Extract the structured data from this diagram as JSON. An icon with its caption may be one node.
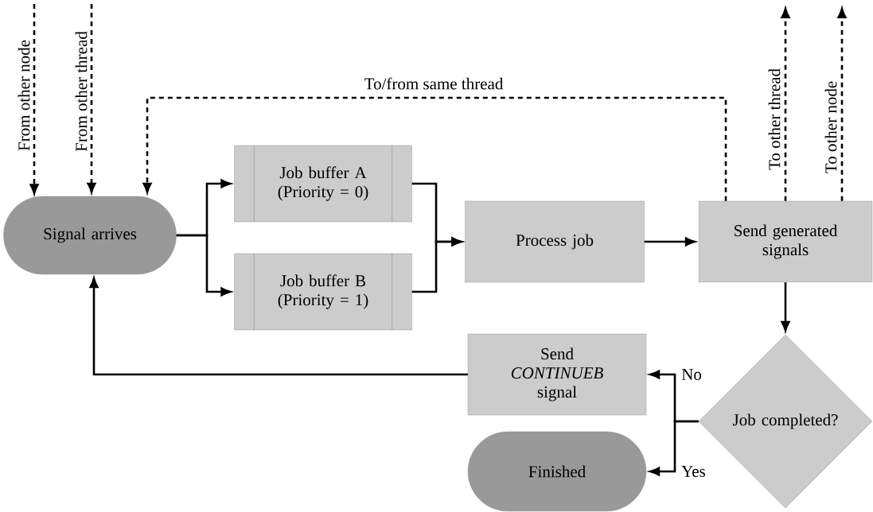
{
  "diagram": {
    "nodes": [
      {
        "text": [
          "Signal arrives"
        ]
      },
      {
        "text": [
          "Job buffer A (Priority = 0)"
        ]
      },
      {
        "text": [
          "Job buffer B (Priority = 1)"
        ]
      },
      {
        "text": [
          "Process job"
        ]
      },
      {
        "text": [
          "Send generated signals"
        ]
      },
      {
        "text": [
          "Job completed?"
        ]
      },
      {
        "text": [
          "Send *CONTINUEB* signal"
        ]
      },
      {
        "text": [
          "Finished"
        ]
      }
    ],
    "edges": [
      {
        "from": null,
        "to": 0,
        "arrow": "to",
        "style": "dashed",
        "label": "From other node"
      },
      {
        "from": null,
        "to": 0,
        "arrow": "to",
        "style": "dashed",
        "label": "From other thread"
      },
      {
        "from": 4,
        "to": 0,
        "arrow": "to",
        "style": "dashed",
        "label": "To/from same thread"
      },
      {
        "from": 0,
        "to": 1,
        "arrow": "to"
      },
      {
        "from": 0,
        "to": 2,
        "arrow": "to"
      },
      {
        "from": 1,
        "to": 3,
        "arrow": "to"
      },
      {
        "from": 2,
        "to": 3,
        "arrow": "to"
      },
      {
        "from": 3,
        "to": 4,
        "arrow": "to"
      },
      {
        "from": 4,
        "to": null,
        "arrow": "to",
        "style": "dashed",
        "label": "To other thread"
      },
      {
        "from": 4,
        "to": null,
        "arrow": "to",
        "style": "dashed",
        "label": "To other node"
      },
      {
        "from": 4,
        "to": 5,
        "arrow": "to"
      },
      {
        "from": 5,
        "to": 6,
        "arrow": "to",
        "label": "No"
      },
      {
        "from": 5,
        "to": 7,
        "arrow": "to",
        "label": "Yes"
      },
      {
        "from": 6,
        "to": 0,
        "arrow": "to"
      }
    ]
  }
}
